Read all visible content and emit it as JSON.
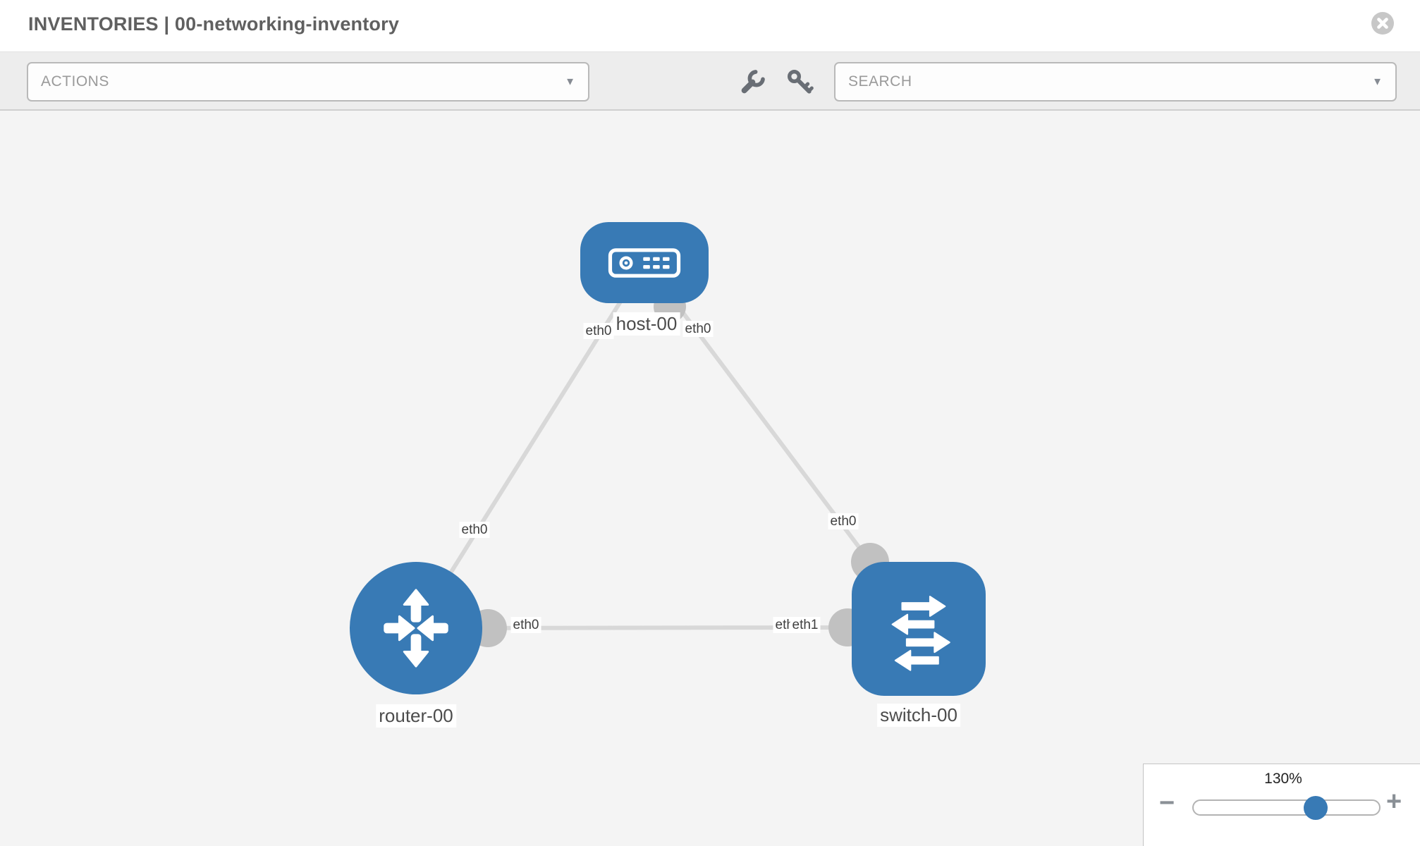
{
  "header": {
    "title": "INVENTORIES | 00-networking-inventory"
  },
  "toolbar": {
    "actions_label": "ACTIONS",
    "search_label": "SEARCH",
    "caret": "▼",
    "icons": [
      "wrench-icon",
      "key-icon"
    ]
  },
  "topology": {
    "nodes": {
      "host": {
        "label": "host-00",
        "type": "host"
      },
      "router": {
        "label": "router-00",
        "type": "router"
      },
      "switch": {
        "label": "switch-00",
        "type": "switch"
      }
    },
    "interfaces": {
      "host_left": "eth0",
      "host_right": "eth0",
      "link_host_router_mid": "eth0",
      "link_host_switch_end": "eth0",
      "router_right": "eth0",
      "switch_mid_under": "eth0",
      "switch_mid_over": "eth1"
    },
    "links": [
      {
        "from": "host-00",
        "to": "router-00"
      },
      {
        "from": "host-00",
        "to": "switch-00"
      },
      {
        "from": "router-00",
        "to": "switch-00"
      }
    ]
  },
  "zoom_control": {
    "level": "130%",
    "minus": "−",
    "plus": "+"
  },
  "colors": {
    "node_blue": "#387ab5",
    "link_gray": "#d8d8d8",
    "port_gray": "#c1c1c1",
    "toolbar_bg": "#ededed",
    "canvas_bg": "#f4f4f4"
  }
}
